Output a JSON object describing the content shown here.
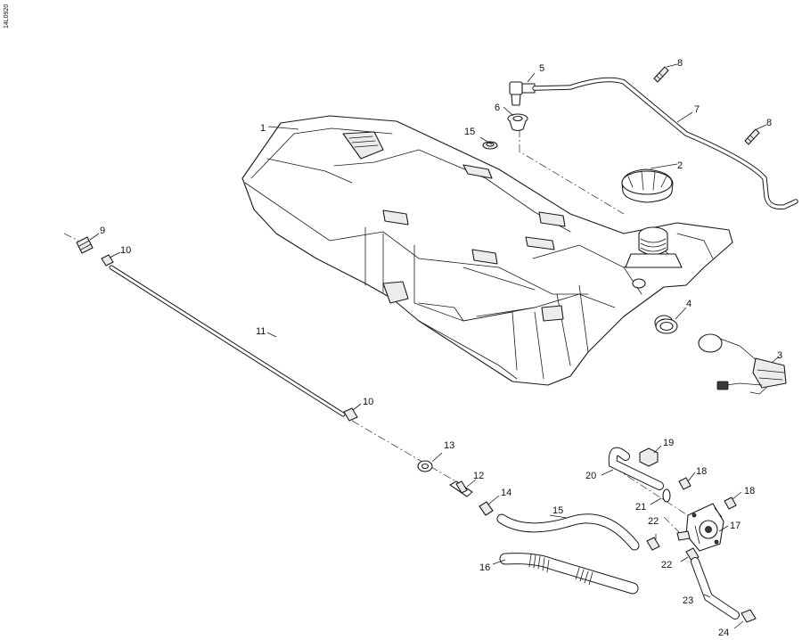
{
  "drawing_id": "14L0920",
  "callouts": [
    {
      "key": "c1",
      "text": "1"
    },
    {
      "key": "c2",
      "text": "2"
    },
    {
      "key": "c3",
      "text": "3"
    },
    {
      "key": "c4",
      "text": "4"
    },
    {
      "key": "c5",
      "text": "5"
    },
    {
      "key": "c6",
      "text": "6"
    },
    {
      "key": "c7",
      "text": "7"
    },
    {
      "key": "c8a",
      "text": "8"
    },
    {
      "key": "c8b",
      "text": "8"
    },
    {
      "key": "c9",
      "text": "9"
    },
    {
      "key": "c10a",
      "text": "10"
    },
    {
      "key": "c10b",
      "text": "10"
    },
    {
      "key": "c11",
      "text": "11"
    },
    {
      "key": "c12",
      "text": "12"
    },
    {
      "key": "c13",
      "text": "13"
    },
    {
      "key": "c14",
      "text": "14"
    },
    {
      "key": "c15a",
      "text": "15"
    },
    {
      "key": "c15b",
      "text": "15"
    },
    {
      "key": "c16",
      "text": "16"
    },
    {
      "key": "c17",
      "text": "17"
    },
    {
      "key": "c18a",
      "text": "18"
    },
    {
      "key": "c18b",
      "text": "18"
    },
    {
      "key": "c19",
      "text": "19"
    },
    {
      "key": "c20",
      "text": "20"
    },
    {
      "key": "c21",
      "text": "21"
    },
    {
      "key": "c22a",
      "text": "22"
    },
    {
      "key": "c22b",
      "text": "22"
    },
    {
      "key": "c23",
      "text": "23"
    },
    {
      "key": "c24",
      "text": "24"
    }
  ]
}
